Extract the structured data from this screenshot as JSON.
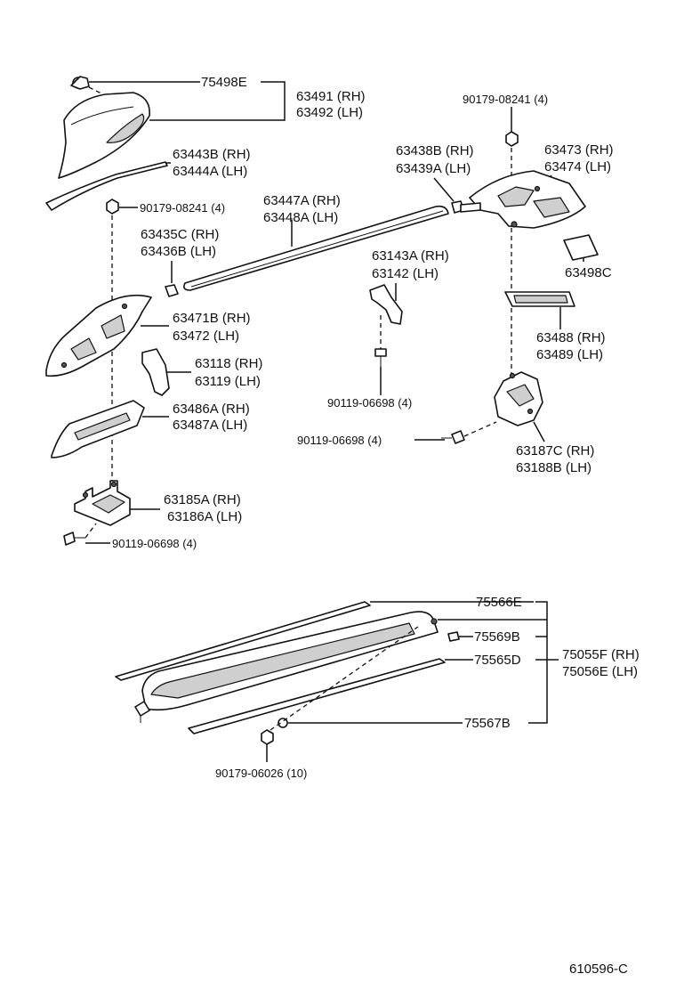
{
  "labels": {
    "p75498E": "75498E",
    "p63491": "63491 (RH)",
    "p63492": "63492 (LH)",
    "p90179_08241_top": "90179-08241 (4)",
    "p63443B": "63443B (RH)",
    "p63444A": "63444A (LH)",
    "p63438B": "63438B (RH)",
    "p63439A": "63439A (LH)",
    "p63473": "63473 (RH)",
    "p63474": "63474 (LH)",
    "p90179_08241_left": "90179-08241 (4)",
    "p63447A": "63447A (RH)",
    "p63448A": "63448A (LH)",
    "p63435C": "63435C (RH)",
    "p63436B": "63436B (LH)",
    "p63498C": "63498C",
    "p63143A": "63143A (RH)",
    "p63142": "63142   (LH)",
    "p63471B": "63471B (RH)",
    "p63472": "63472   (LH)",
    "p63488": "63488 (RH)",
    "p63489": "63489 (LH)",
    "p63118": "63118 (RH)",
    "p63119": "63119 (LH)",
    "p90119_06698_mid": "90119-06698 (4)",
    "p63486A": "63486A (RH)",
    "p63487A": "63487A (LH)",
    "p90119_06698_right": "90119-06698 (4)",
    "p63187C": "63187C (RH)",
    "p63188B": "63188B (LH)",
    "p63185A": "63185A (RH)",
    "p63186A": "63186A (LH)",
    "p90119_06698_left": "90119-06698 (4)",
    "p75566E": "75566E",
    "p75569B": "75569B",
    "p75565D": "75565D",
    "p75055F": "75055F (RH)",
    "p75056E": "75056E (LH)",
    "p75567B": "75567B",
    "p90179_06026": "90179-06026 (10)"
  },
  "diagram_code": "610596-C"
}
